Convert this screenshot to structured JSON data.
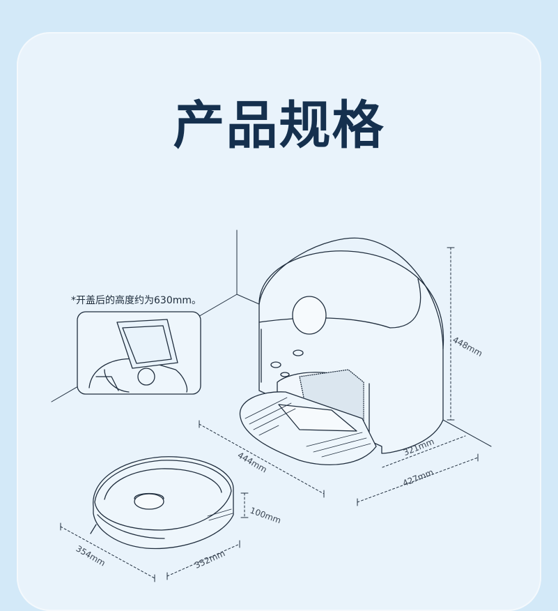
{
  "title": "产品规格",
  "note": "*开盖后的高度约为630mm。",
  "dimensions": {
    "station_height": "448mm",
    "station_depth_inner": "321mm",
    "station_depth_outer": "427mm",
    "station_width": "444mm",
    "robot_height": "100mm",
    "robot_width": "354mm",
    "robot_depth": "352mm"
  },
  "colors": {
    "background": "#d3e9f8",
    "card": "#e9f3fb",
    "title": "#15304e",
    "line": "#1f2d3d"
  }
}
